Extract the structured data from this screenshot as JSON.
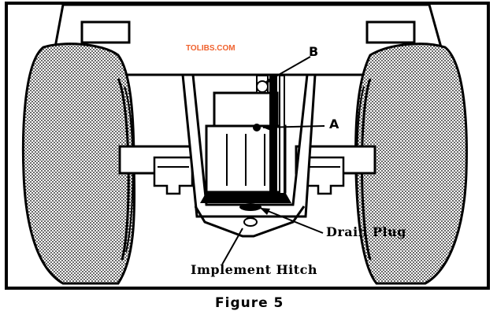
{
  "figure": {
    "caption": "Figure 5",
    "watermark": "TOLIBS.COM",
    "labels": {
      "a": "A",
      "b": "B",
      "drain_plug": "Drain Plug",
      "implement_hitch": "Implement Hitch"
    }
  },
  "colors": {
    "ink": "#000000",
    "paper": "#ffffff",
    "watermark": "#f0622e"
  }
}
